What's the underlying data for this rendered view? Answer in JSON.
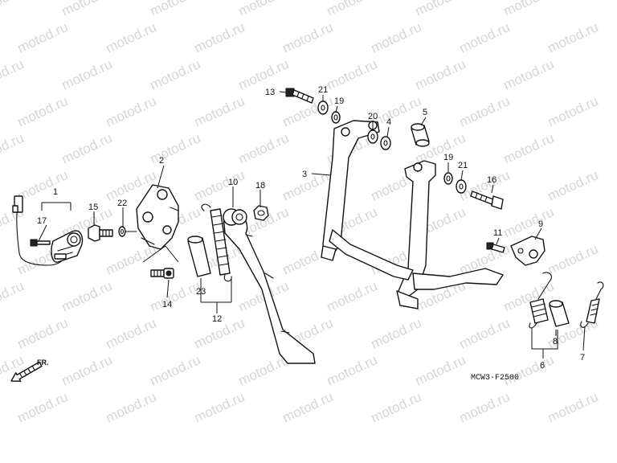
{
  "watermark_text": "motod.ru",
  "diagram_code": "MCW3-F2500",
  "direction_label": "FR.",
  "callouts": {
    "c1": "1",
    "c2": "2",
    "c3": "3",
    "c4": "4",
    "c5": "5",
    "c6": "6",
    "c7": "7",
    "c8": "8",
    "c9": "9",
    "c10": "10",
    "c11": "11",
    "c12": "12",
    "c13": "13",
    "c14": "14",
    "c15": "15",
    "c16": "16",
    "c17": "17",
    "c18": "18",
    "c19a": "19",
    "c19b": "19",
    "c20": "20",
    "c21a": "21",
    "c21b": "21",
    "c22": "22",
    "c23": "23"
  },
  "icons": {
    "direction": "front-direction-arrow-icon"
  }
}
